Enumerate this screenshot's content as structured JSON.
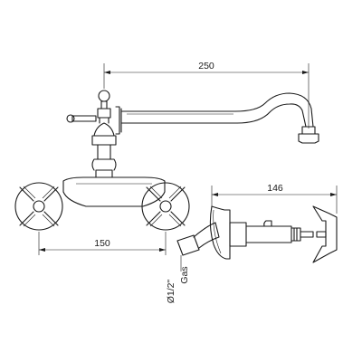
{
  "dimensions": {
    "spout_reach": "250",
    "center_distance": "150",
    "projection": "146",
    "connection_size": "Ø1/2\"",
    "connection_type": "Gas"
  },
  "colors": {
    "line": "#1a1a1a",
    "background": "#ffffff"
  }
}
